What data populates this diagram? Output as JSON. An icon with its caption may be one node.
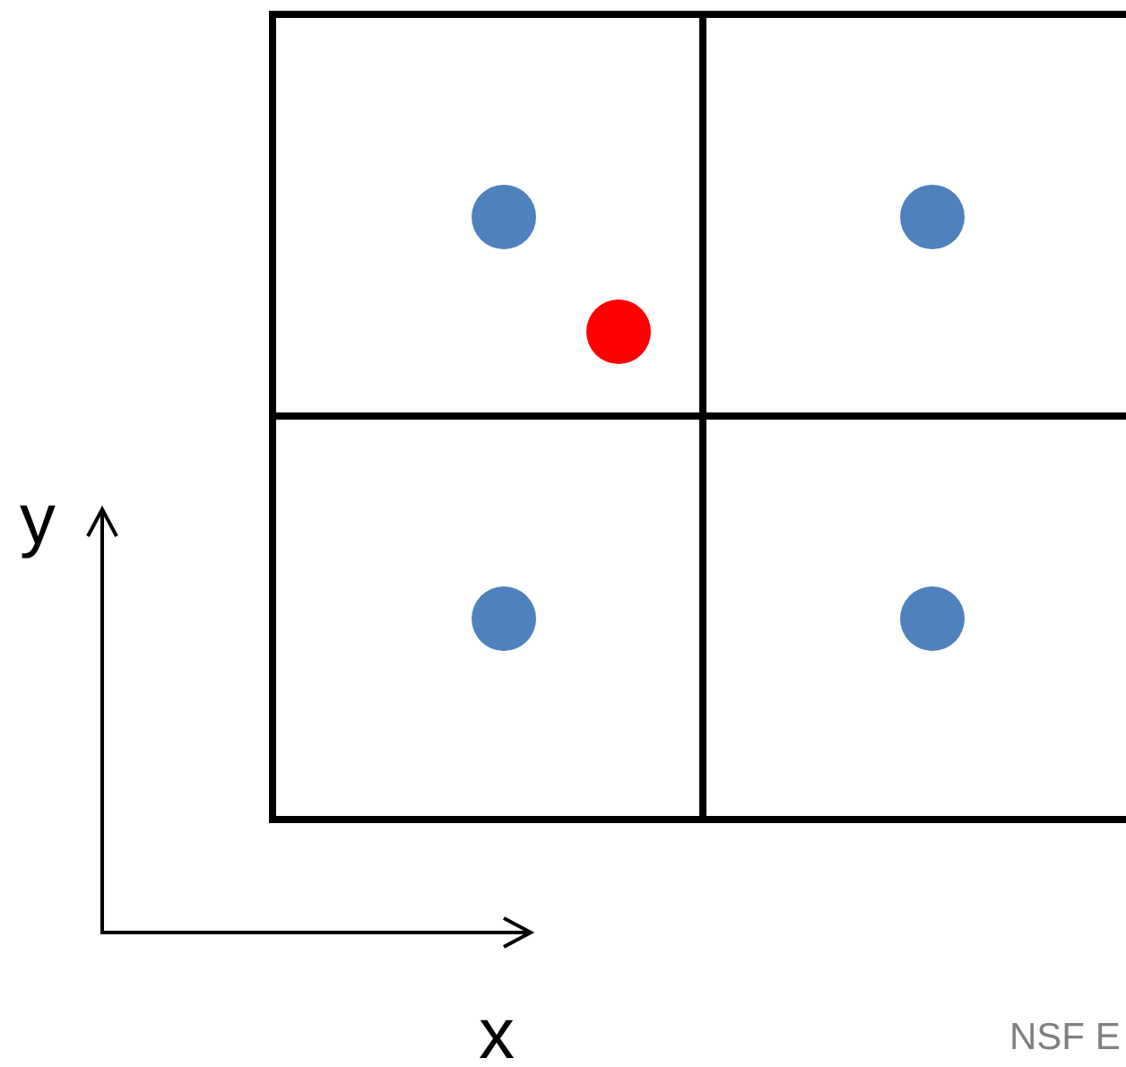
{
  "diagram": {
    "labels": [
      "y",
      "x",
      "NSF E"
    ]
  }
}
